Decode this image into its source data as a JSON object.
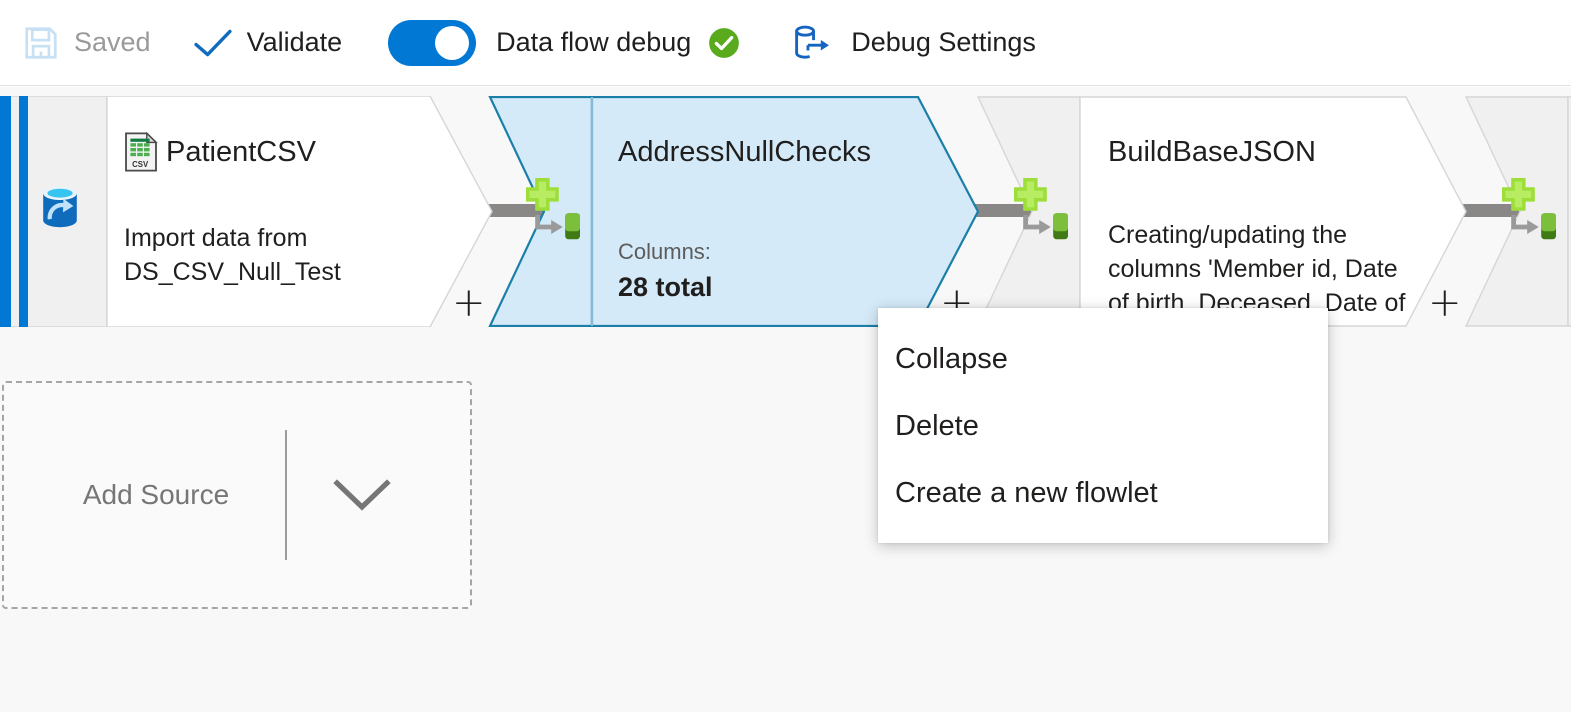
{
  "toolbar": {
    "save_label": "Saved",
    "save_icon": "floppy-disk-icon",
    "validate_label": "Validate",
    "validate_icon": "checkmark-icon",
    "debug_toggle_label": "Data flow debug",
    "debug_toggle_state": "on",
    "debug_status_icon": "green-check-circle-icon",
    "debug_settings_label": "Debug Settings",
    "debug_settings_icon": "database-export-icon"
  },
  "canvas": {
    "add_source": {
      "label": "Add Source",
      "chevron_icon": "chevron-down-icon"
    },
    "nodes": [
      {
        "id": "source-node",
        "name": "PatientCSV",
        "description": "Import data from DS_CSV_Null_Test",
        "icon": "csv-file-icon",
        "stream_icon": "database-source-icon",
        "selected": false,
        "plus_label": "+"
      },
      {
        "id": "address-null-checks-node",
        "name": "AddressNullChecks",
        "sub_label": "Columns:",
        "sub_value": "28 total",
        "icon": "derived-column-icon",
        "selected": true,
        "plus_label": "+"
      },
      {
        "id": "build-base-json-node",
        "name": "BuildBaseJSON",
        "description": "Creating/updating the columns 'Member id, Date of birth, Deceased, Date of death, Home contact address,",
        "icon": "derived-column-icon",
        "selected": false,
        "plus_label": "+"
      },
      {
        "id": "next-node",
        "name": "",
        "icon": "derived-column-icon",
        "selected": false
      }
    ]
  },
  "context_menu": {
    "items": [
      {
        "label": "Collapse"
      },
      {
        "label": "Delete"
      },
      {
        "label": "Create a new flowlet"
      }
    ]
  },
  "colors": {
    "accent_blue": "#0078d4",
    "selected_fill": "#cfe8f9",
    "selected_border": "#1b7fa8",
    "status_green": "#5aaa1e",
    "canvas_bg": "#f8f8f8"
  }
}
